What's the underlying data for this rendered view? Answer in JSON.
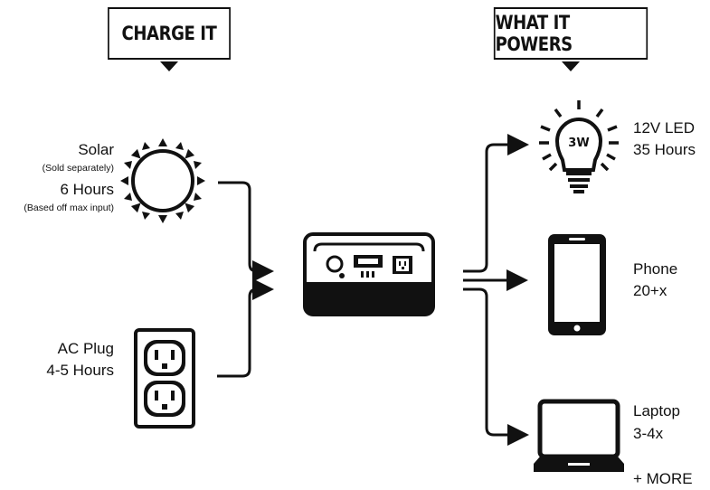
{
  "headers": {
    "charge": "CHARGE IT",
    "powers": "WHAT IT POWERS"
  },
  "inputs": {
    "solar": {
      "title": "Solar",
      "note": "(Sold separately)",
      "time": "6 Hours",
      "time_note": "(Based off max input)"
    },
    "ac": {
      "title": "AC Plug",
      "time": "4-5 Hours"
    }
  },
  "outputs": {
    "led": {
      "watt_label": "3W",
      "title": "12V LED",
      "value": "35 Hours"
    },
    "phone": {
      "title": "Phone",
      "value": "20+x"
    },
    "laptop": {
      "title": "Laptop",
      "value": "3-4x"
    },
    "more": "+ MORE"
  },
  "icons": [
    "sun-icon",
    "wall-outlet-icon",
    "power-station-icon",
    "light-bulb-icon",
    "phone-icon",
    "laptop-icon"
  ],
  "colors": {
    "ink": "#111111",
    "background": "#ffffff"
  }
}
